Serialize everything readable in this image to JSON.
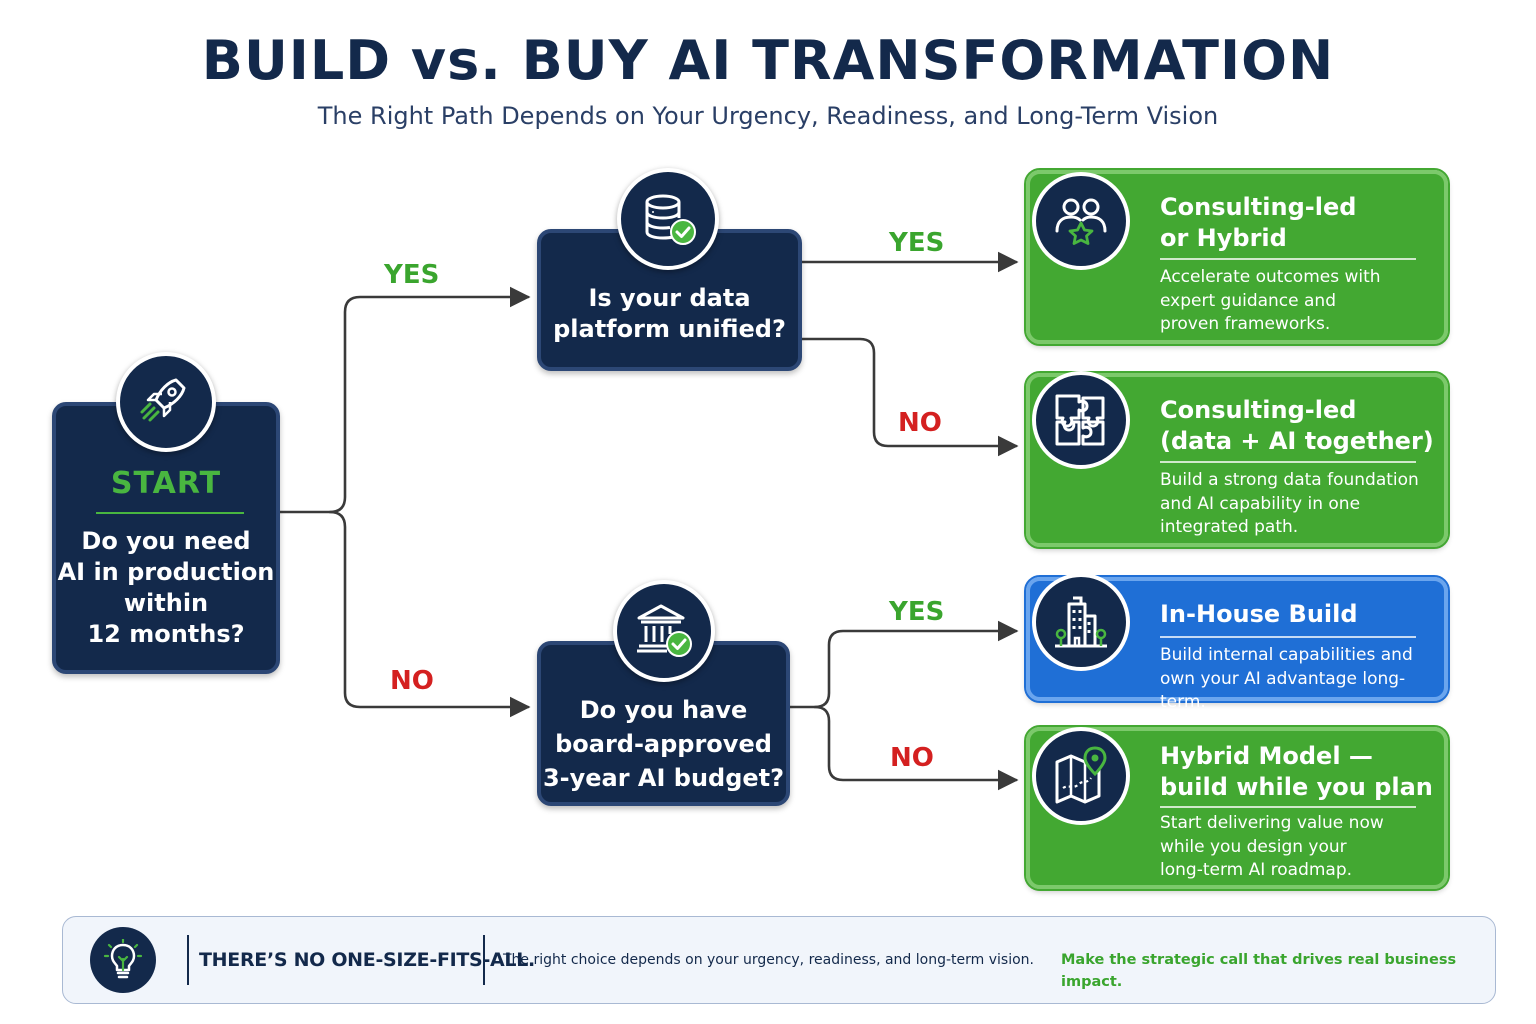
{
  "header": {
    "title": "BUILD vs. BUY AI TRANSFORMATION",
    "subtitle": "The Right Path Depends on Your Urgency, Readiness, and Long-Term Vision"
  },
  "start": {
    "label": "START",
    "question_lines": [
      "Do you need",
      "AI in production",
      "within",
      "12 months?"
    ],
    "icon": "rocket-icon"
  },
  "decisions": {
    "data_platform": {
      "question_lines": [
        "Is your data",
        "platform unified?"
      ],
      "icon": "database-check-icon"
    },
    "budget": {
      "question_lines": [
        "Do you have",
        "board-approved",
        "3-year AI budget?"
      ],
      "icon": "bank-check-icon"
    }
  },
  "branch_labels": {
    "start_yes": "YES",
    "start_no": "NO",
    "data_yes": "YES",
    "data_no": "NO",
    "budget_yes": "YES",
    "budget_no": "NO"
  },
  "outcomes": [
    {
      "title_lines": [
        "Consulting-led",
        "or Hybrid"
      ],
      "desc_lines": [
        "Accelerate outcomes with",
        "expert guidance and",
        "proven frameworks."
      ],
      "icon": "team-star-icon",
      "color": "green"
    },
    {
      "title_lines": [
        "Consulting-led",
        "(data + AI together)"
      ],
      "desc_lines": [
        "Build a strong data foundation",
        "and AI capability in one",
        "integrated path."
      ],
      "icon": "puzzle-icon",
      "color": "green"
    },
    {
      "title_lines": [
        "In-House Build"
      ],
      "desc_lines": [
        "Build internal capabilities and",
        "own your AI advantage long-term."
      ],
      "icon": "building-icon",
      "color": "blue"
    },
    {
      "title_lines": [
        "Hybrid Model —",
        "build while you plan"
      ],
      "desc_lines": [
        "Start delivering value now",
        "while you design your",
        "long-term AI roadmap."
      ],
      "icon": "map-pin-icon",
      "color": "green"
    }
  ],
  "footer": {
    "headline": "THERE’S NO ONE-SIZE-FITS-ALL.",
    "body": "The right choice depends on your urgency, readiness, and long-term vision.",
    "cta": "Make the strategic call that drives real business impact.",
    "icon": "lightbulb-icon"
  },
  "colors": {
    "navy": "#13294b",
    "green": "#43a832",
    "blue": "#1f6fd6",
    "yes_label": "#3aa52e",
    "no_label": "#d42020"
  }
}
